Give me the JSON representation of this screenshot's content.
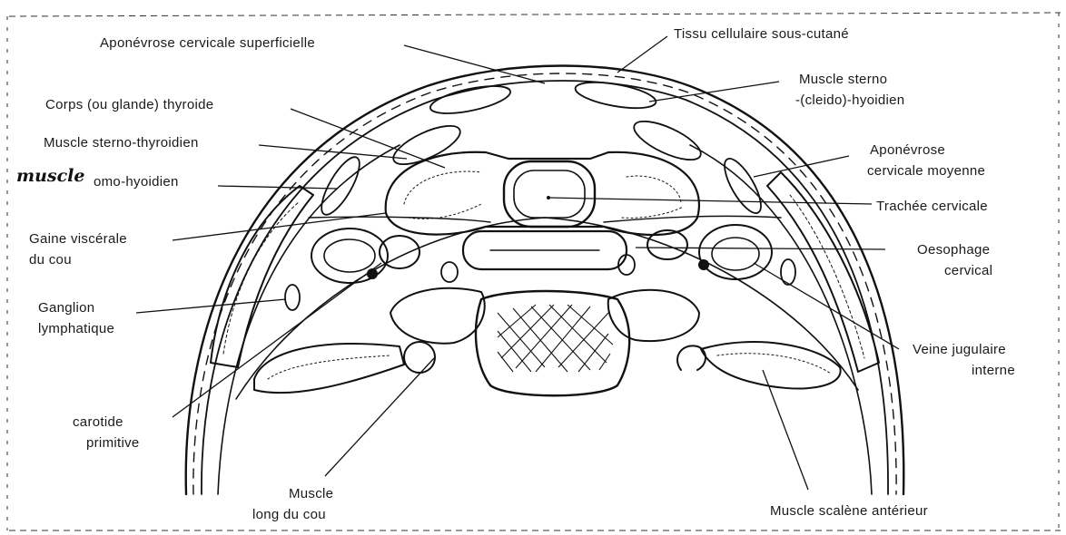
{
  "labels": {
    "aponevrose_superficielle": "Aponévrose cervicale superficielle",
    "tissu_cellulaire": "Tissu cellulaire sous-cutané",
    "corps_thyroide": "Corps (ou glande) thyroide",
    "muscle_sterno_1": "Muscle sterno",
    "muscle_sterno_2": "-(cleido)-hyoidien",
    "sterno_thyroidien": "Muscle sterno-thyroidien",
    "omo_hyoidien": "omo-hyoidien",
    "aponevrose_moyenne_1": "Aponévrose",
    "aponevrose_moyenne_2": "cervicale moyenne",
    "trachee": "Trachée cervicale",
    "gaine_1": "Gaine viscérale",
    "gaine_2": "du cou",
    "oesophage_1": "Oesophage",
    "oesophage_2": "cervical",
    "ganglion_1": "Ganglion",
    "ganglion_2": "lymphatique",
    "veine_1": "Veine jugulaire",
    "veine_2": "interne",
    "carotide_1": "carotide",
    "carotide_2": "primitive",
    "long_cou_1": "Muscle",
    "long_cou_2": "long du cou",
    "scalene": "Muscle scalène antérieur"
  },
  "handwriting": "muscle",
  "colors": {
    "ink": "#111111",
    "paper": "#ffffff"
  }
}
